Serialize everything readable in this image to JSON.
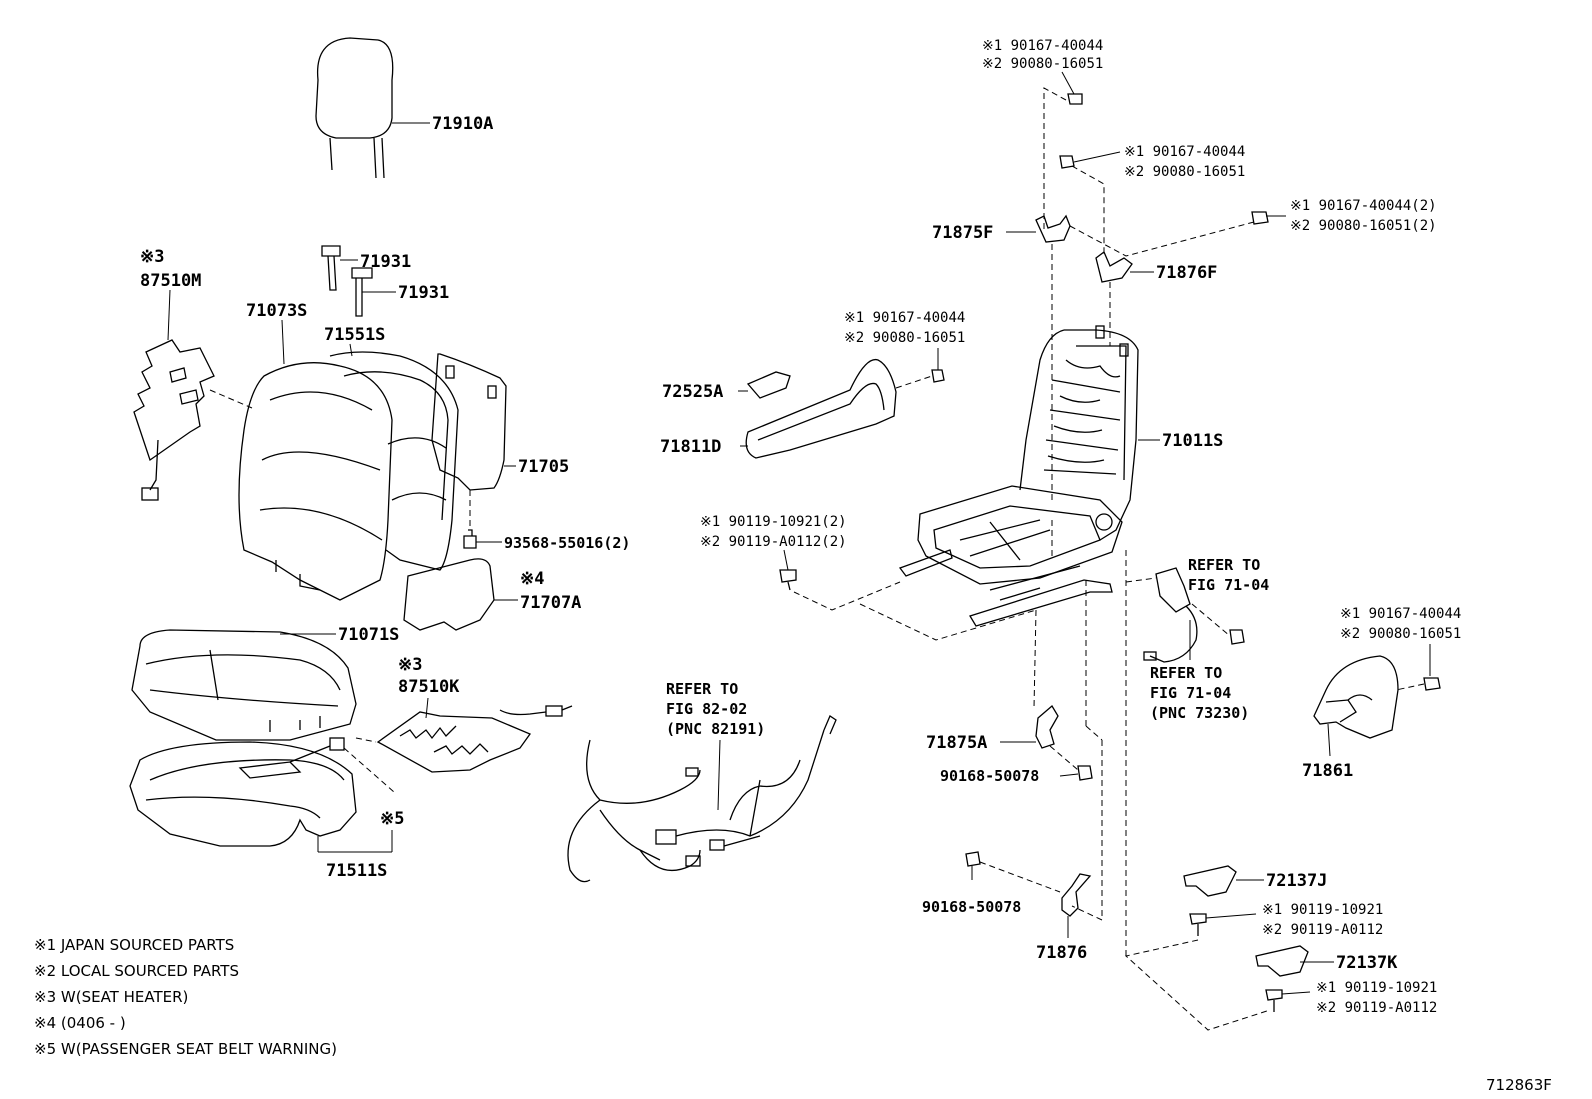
{
  "diagram_id": "712863F",
  "parts": {
    "headrest": "71910A",
    "guide1": "71931",
    "guide2": "71931",
    "back_heater_note": "※3",
    "back_heater": "87510M",
    "back_cover": "71073S",
    "back_pad": "71551S",
    "back_board": "71705",
    "clip": "93568-55016(2)",
    "back_panel_note": "※4",
    "back_panel": "71707A",
    "cushion_cover": "71071S",
    "cushion_heater_note": "※3",
    "cushion_heater": "87510K",
    "sensor_note": "※5",
    "cushion_pad": "71511S",
    "trim_cover": "72525A",
    "shield": "71811D",
    "frame": "71011S",
    "hinge_cover_f": "71875F",
    "hinge_cover_f2": "71876F",
    "hinge_cover_a": "71875A",
    "hinge_cover_b": "71876",
    "cover_71861": "71861",
    "cover_72137j": "72137J",
    "cover_72137k": "72137K",
    "screw_90168_a": "90168-50078",
    "screw_90168_b": "90168-50078"
  },
  "screw_labels": {
    "top_1": "※1 90167-40044",
    "top_2": "※2 90080-16051",
    "upper_1": "※1 90167-40044",
    "upper_2": "※2 90080-16051",
    "right_1": "※1 90167-40044(2)",
    "right_2": "※2 90080-16051(2)",
    "shield_1": "※1 90167-40044",
    "shield_2": "※2 90080-16051",
    "rail_1": "※1 90119-10921(2)",
    "rail_2": "※2 90119-A0112(2)",
    "cover61_1": "※1 90167-40044",
    "cover61_2": "※2 90080-16051",
    "j_1": "※1 90119-10921",
    "j_2": "※2 90119-A0112",
    "k_1": "※1 90119-10921",
    "k_2": "※2 90119-A0112"
  },
  "refs": {
    "wire_l1": "REFER TO",
    "wire_l2": "FIG 82-02",
    "wire_l3": "(PNC 82191)",
    "belt_a1": "REFER TO",
    "belt_a2": "FIG 71-04",
    "belt_b1": "REFER TO",
    "belt_b2": "FIG 71-04",
    "belt_b3": "(PNC 73230)"
  },
  "legend": [
    "※1 JAPAN SOURCED PARTS",
    "※2 LOCAL SOURCED PARTS",
    "※3 W(SEAT HEATER)",
    "※4 (0406 -         )",
    "※5 W(PASSENGER SEAT BELT WARNING)"
  ]
}
